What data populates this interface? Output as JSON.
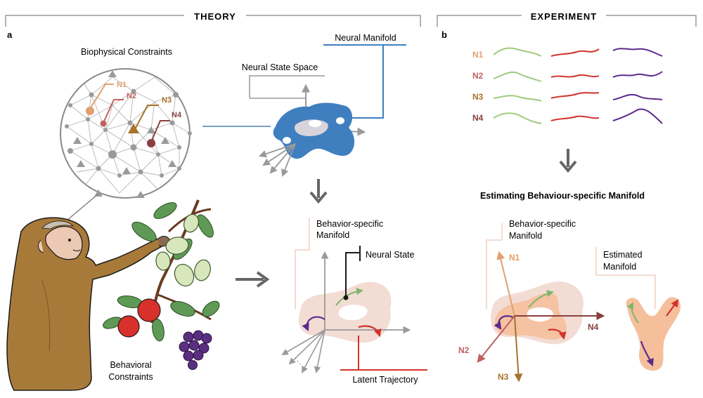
{
  "sections": {
    "theory": "THEORY",
    "experiment": "EXPERIMENT"
  },
  "panels": {
    "a": "a",
    "b": "b"
  },
  "theory": {
    "biophysical_constraints": "Biophysical Constraints",
    "neurons": [
      "N1",
      "N2",
      "N3",
      "N4"
    ],
    "neural_state_space": "Neural State Space",
    "neural_manifold": "Neural Manifold",
    "behavioral_constraints": [
      "Behavioral",
      "Constraints"
    ],
    "behavior_specific_manifold": [
      "Behavior-specific",
      "Manifold"
    ],
    "neural_state": "Neural State",
    "latent_trajectory": "Latent Trajectory"
  },
  "experiment": {
    "neurons": [
      "N1",
      "N2",
      "N3",
      "N4"
    ],
    "estimating_title": "Estimating Behaviour-specific Manifold",
    "behavior_specific_manifold": [
      "Behavior-specific",
      "Manifold"
    ],
    "estimated_manifold": [
      "Estimated",
      "Manifold"
    ],
    "axes": [
      "N1",
      "N2",
      "N3",
      "N4"
    ]
  },
  "colors": {
    "n1": "#e0a070",
    "n2": "#c06060",
    "n3": "#a8732a",
    "n4": "#8a4040",
    "manifold_blue": "#3f7fc0",
    "manifold_pink": "#f2dcd3",
    "estimated_orange": "#f5bf9c",
    "trace_green": "#9ecb7e",
    "trace_red": "#d2332b",
    "trace_purple": "#5a2a8c",
    "monkey": "#a87a3a",
    "apple": "#d8302a",
    "grape": "#5a2f80",
    "leaf": "#5e9a55"
  }
}
